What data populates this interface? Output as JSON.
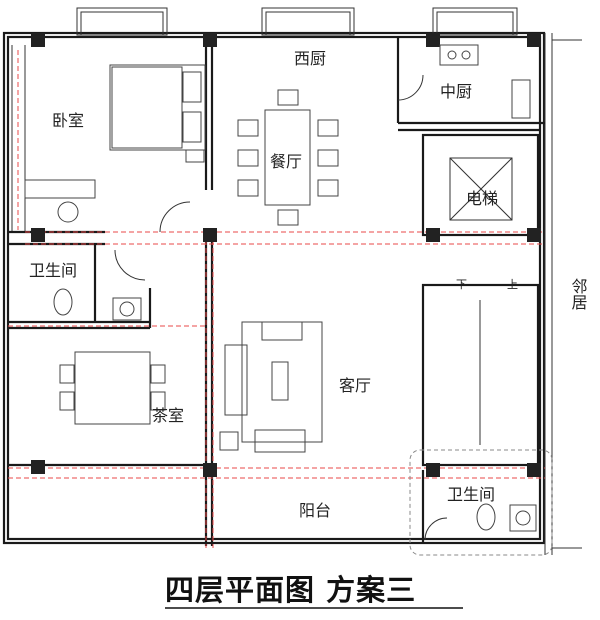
{
  "plan": {
    "rooms": {
      "bedroom": "卧室",
      "west_kitchen": "西厨",
      "middle_kitchen": "中厨",
      "dining": "餐厅",
      "elevator": "电梯",
      "bathroom_left": "卫生间",
      "living": "客厅",
      "tea_room": "茶室",
      "balcony": "阳台",
      "bathroom_right": "卫生间"
    },
    "stair": {
      "down": "下",
      "up": "上"
    },
    "neighbor": "邻居",
    "caption": "四层平面图  方案三"
  }
}
